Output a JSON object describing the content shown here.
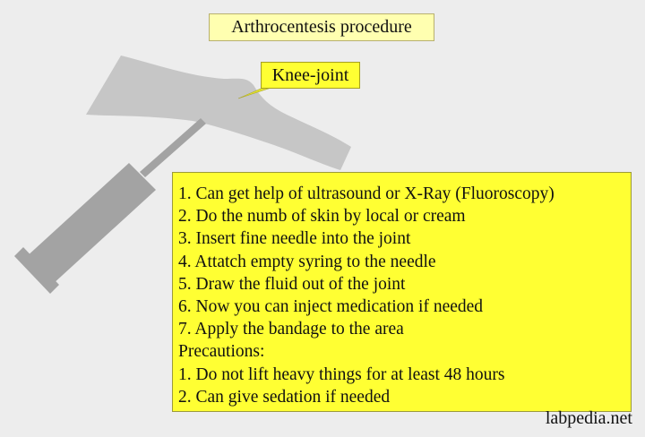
{
  "title": "Arthrocentesis procedure",
  "callout": "Knee-joint",
  "steps": [
    "1. Can get help of ultrasound or X-Ray (Fluoroscopy)",
    "2. Do the numb of skin by local or cream",
    "3. Insert fine needle into the joint",
    "4. Attatch empty syring to the needle",
    "5. Draw the fluid out of the joint",
    "6. Now you can inject medication if needed",
    "7. Apply the bandage to the area"
  ],
  "precautions_heading": "Precautions:",
  "precautions": [
    "1. Do not lift heavy things for at least 48 hours",
    "2. Can give sedation if needed"
  ],
  "credit": "labpedia.net",
  "colors": {
    "background": "#ededed",
    "shape": "#c6c6c6",
    "syringe": "#a3a3a3",
    "callout": "#ffff33",
    "title_box": "#ffffb0"
  }
}
